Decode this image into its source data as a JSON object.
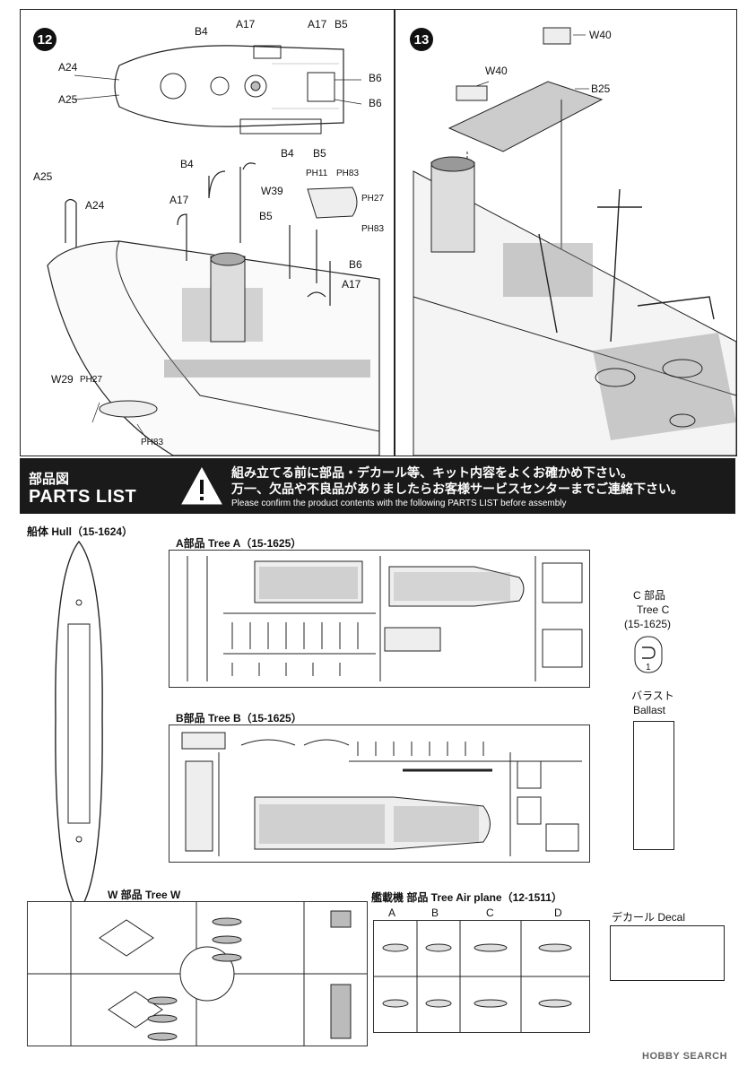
{
  "steps": {
    "s12": {
      "number": "12",
      "labels": {
        "a17_top1": "A17",
        "b4_top": "B4",
        "a17_top2": "A17",
        "b5_top": "B5",
        "a24_top": "A24",
        "a25_top": "A25",
        "b6_a": "B6",
        "b6_b": "B6",
        "b4_mid": "B4",
        "b5_mid": "B5",
        "b4_low": "B4",
        "ph11": "PH11",
        "ph83a": "PH83",
        "w39": "W39",
        "ph27a": "PH27",
        "a25_low": "A25",
        "a24_low": "A24",
        "a17_low": "A17",
        "b5_low": "B5",
        "ph83b": "PH83",
        "b6_low": "B6",
        "a17_low2": "A17",
        "w29": "W29",
        "ph27b": "PH27",
        "ph83c": "PH83"
      }
    },
    "s13": {
      "number": "13",
      "labels": {
        "w40a": "W40",
        "w40b": "W40",
        "b25": "B25"
      }
    }
  },
  "banner": {
    "jp_title": "部品図",
    "en_title": "PARTS LIST",
    "warning_jp_1": "組み立てる前に部品・デカール等、キット内容をよくお確かめ下さい。",
    "warning_jp_2": "万一、欠品や不良品がありましたらお客様サービスセンターまでご連絡下さい。",
    "warning_en": "Please confirm the product contents with the following PARTS LIST before assembly"
  },
  "parts": {
    "hull": "船体 Hull（15-1624）",
    "tree_a": "A部品 Tree A（15-1625）",
    "tree_b": "B部品 Tree B（15-1625）",
    "tree_c_jp": "C 部品",
    "tree_c_en": "Tree C",
    "tree_c_code": "(15-1625)",
    "tree_c_part": "1",
    "ballast_jp": "バラスト",
    "ballast_en": "Ballast",
    "tree_w": "W 部品 Tree W",
    "tree_air": "艦載機 部品 Tree Air plane（12-1511）",
    "air_cols": [
      "A",
      "B",
      "C",
      "D"
    ],
    "decal": "デカール Decal"
  },
  "watermark": "HOBBY SEARCH"
}
